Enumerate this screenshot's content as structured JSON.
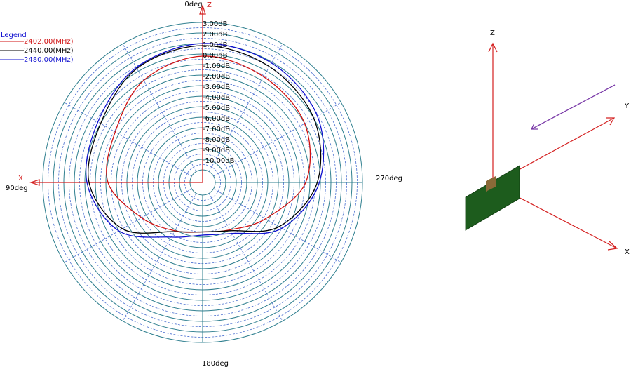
{
  "legend_title": "Legend",
  "angle_labels": {
    "top": "0deg",
    "left": "90deg",
    "bottom": "180deg",
    "right": "270deg"
  },
  "axis_letters": {
    "polar_vertical": "Z",
    "polar_horizontal": "X"
  },
  "inset_axes": {
    "z": "Z",
    "y": "Y",
    "x": "X"
  },
  "colors": {
    "ring_solid": "#2f7f8f",
    "ring_dashed": "#4a6fd0",
    "axis": "#d42020",
    "board": "#1d5c1d",
    "arrow_purple": "#7a3aa8"
  },
  "chart_data": {
    "type": "polar",
    "unit": "dB",
    "rlim": [
      -11,
      3
    ],
    "r_tick_labels": [
      "3.00dB",
      "2.00dB",
      "1.00dB",
      "0.00dB",
      "-1.00dB",
      "-2.00dB",
      "-3.00dB",
      "-4.00dB",
      "-5.00dB",
      "-6.00dB",
      "-7.00dB",
      "-8.00dB",
      "-9.00dB",
      "-10.00dB"
    ],
    "angle_labels": [
      "0deg",
      "90deg",
      "180deg",
      "270deg"
    ],
    "series": [
      {
        "name": "2402.00(MHz)",
        "color": "#d01010",
        "angles_deg": [
          0,
          30,
          60,
          90,
          120,
          150,
          180,
          210,
          240,
          270,
          300,
          330
        ],
        "values_db": [
          -0.2,
          -1.0,
          -2.6,
          -3.2,
          -5.5,
          -6.9,
          -7.5,
          -7.0,
          -5.3,
          -2.4,
          -1.0,
          -0.6
        ]
      },
      {
        "name": "2440.00(MHz)",
        "color": "#000000",
        "angles_deg": [
          0,
          30,
          60,
          90,
          120,
          150,
          180,
          210,
          240,
          270,
          300,
          330
        ],
        "values_db": [
          0.8,
          0.3,
          -1.0,
          -1.4,
          -3.4,
          -6.8,
          -7.5,
          -6.9,
          -3.8,
          -1.3,
          0.0,
          0.5
        ]
      },
      {
        "name": "2480.00(MHz)",
        "color": "#1010d0",
        "angles_deg": [
          0,
          30,
          60,
          90,
          120,
          150,
          180,
          210,
          240,
          270,
          300,
          330
        ],
        "values_db": [
          1.0,
          0.4,
          -0.7,
          -1.2,
          -3.0,
          -6.2,
          -7.2,
          -6.6,
          -3.5,
          -1.1,
          0.4,
          0.9
        ]
      }
    ]
  }
}
